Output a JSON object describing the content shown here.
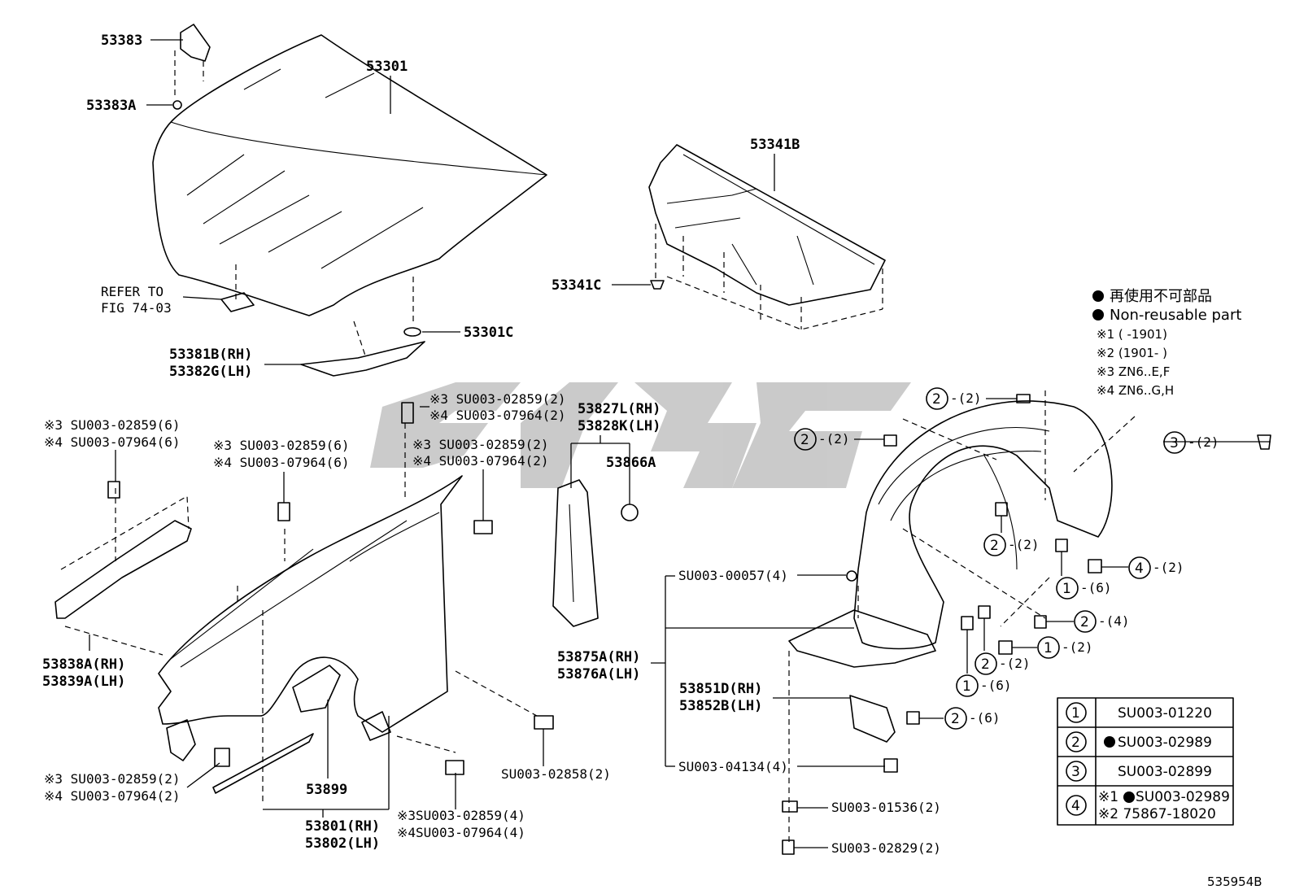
{
  "watermark": "",
  "legend": {
    "line1": "再使用不可部品",
    "line2": "Non-reusable part",
    "line3": "※1 (        -1901)",
    "line4": "※2 (1901-        )",
    "line5": "※3 ZN6..E,F",
    "line6": "※4 ZN6..G,H"
  },
  "table": {
    "rows": [
      {
        "no": "1",
        "part": "SU003-01220"
      },
      {
        "no": "2",
        "part": "SU003-02989"
      },
      {
        "no": "3",
        "part": "SU003-02899"
      },
      {
        "no": "4",
        "part_a": "※1",
        "part_a2": "SU003-02989",
        "part_b": "※2 75867-18020"
      }
    ]
  },
  "labels": {
    "p53383": "53383",
    "p53383a": "53383A",
    "p53301": "53301",
    "refer1": "REFER TO",
    "refer2": "FIG 74-03",
    "p53301c": "53301C",
    "p53381b": "53381B(RH)",
    "p53382g": "53382G(LH)",
    "p53341b": "53341B",
    "p53341c": "53341C",
    "su_a1": "※3 SU003-02859(6)",
    "su_a2": "※4 SU003-07964(6)",
    "su_b1": "※3 SU003-02859(6)",
    "su_b2": "※4 SU003-07964(6)",
    "su_c1": "※3 SU003-02859(2)",
    "su_c2": "※4 SU003-07964(2)",
    "su_d1": "※3 SU003-02859(2)",
    "su_d2": "※4 SU003-07964(2)",
    "p53827l": "53827L(RH)",
    "p53828k": "53828K(LH)",
    "p53866a": "53866A",
    "p53838a": "53838A(RH)",
    "p53839a": "53839A(LH)",
    "su_e1": "※3 SU003-02859(2)",
    "su_e2": "※4 SU003-07964(2)",
    "p53899": "53899",
    "p53801": "53801(RH)",
    "p53802": "53802(LH)",
    "su_f1": "※3SU003-02859(4)",
    "su_f2": "※4SU003-07964(4)",
    "su_02858": "SU003-02858(2)",
    "su_00057": "SU003-00057(4)",
    "p53875a": "53875A(RH)",
    "p53876a": "53876A(LH)",
    "p53851d": "53851D(RH)",
    "p53852b": "53852B(LH)",
    "su_04134": "SU003-04134(4)",
    "su_01536": "SU003-01536(2)",
    "su_02829": "SU003-02829(2)",
    "c_top_q": "-(2)",
    "c_left_q": "-(2)",
    "c3_q": "-(2)",
    "c2m_q": "-(2)",
    "c4_q": "-(2)",
    "c1a_q": "-(6)",
    "c2b_q": "-(4)",
    "c1b_q": "-(2)",
    "c2c_q": "-(2)",
    "c1c_q": "-(6)",
    "c2d_q": "-(6)",
    "figno": "535954B"
  },
  "circled": {
    "one": "1",
    "two": "2",
    "three": "3",
    "four": "4"
  }
}
